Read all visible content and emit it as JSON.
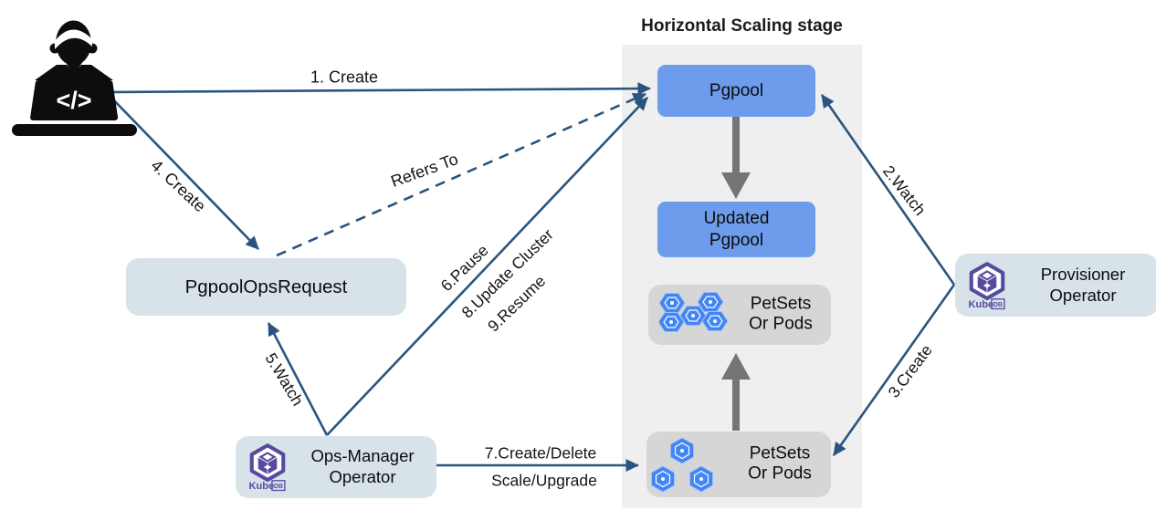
{
  "diagram": {
    "title": "Horizontal Scaling stage",
    "nodes": {
      "pgpool": "Pgpool",
      "updated_pgpool": "Updated\nPgpool",
      "petsets_top": "PetSets\nOr Pods",
      "petsets_bottom": "PetSets\nOr Pods",
      "pgpool_ops_request": "PgpoolOpsRequest",
      "ops_manager": "Ops-Manager\nOperator",
      "provisioner": "Provisioner\nOperator"
    },
    "edges": {
      "create1": "1. Create",
      "create4": "4. Create",
      "refers_to": "Refers To",
      "watch2": "2.Watch",
      "create3": "3.Create",
      "watch5": "5.Watch",
      "pause6": "6.Pause",
      "update8": "8.Update Cluster",
      "resume9": "9.Resume",
      "create_delete7": "7.Create/Delete",
      "scale_upgrade7": "Scale/Upgrade"
    },
    "logo": {
      "kube": "Kube",
      "db": "DB"
    },
    "user": {
      "code_glyph": "</>"
    },
    "colors": {
      "arrow_navy": "#2a5480",
      "node_blue": "#6c9ceb",
      "stage_panel_gray": "#efefef",
      "pod_box_gray": "#d6d6d6",
      "operator_box_blue_gray": "#d7e3e8",
      "thick_arrow_gray": "#757575",
      "kubedb_purple": "#564b9f",
      "pod_hexagon_blue": "#4285f4"
    }
  }
}
